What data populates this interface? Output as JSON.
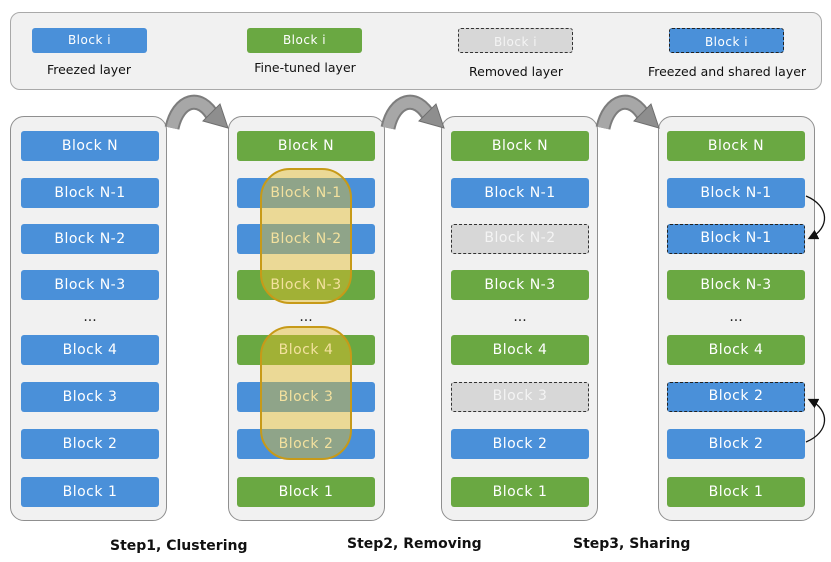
{
  "legend": {
    "frozen": {
      "block": "Block i",
      "caption": "Freezed layer"
    },
    "tuned": {
      "block": "Block i",
      "caption": "Fine-tuned layer"
    },
    "removed": {
      "block": "Block i",
      "caption": "Removed layer"
    },
    "shared": {
      "block": "Block i",
      "caption": "Freezed and shared layer"
    }
  },
  "columns": [
    {
      "blocks": [
        {
          "label": "Block N",
          "kind": "frozen"
        },
        {
          "label": "Block N-1",
          "kind": "frozen"
        },
        {
          "label": "Block N-2",
          "kind": "frozen"
        },
        {
          "label": "Block N-3",
          "kind": "frozen"
        },
        {
          "label": "Block 4",
          "kind": "frozen"
        },
        {
          "label": "Block 3",
          "kind": "frozen"
        },
        {
          "label": "Block 2",
          "kind": "frozen"
        },
        {
          "label": "Block 1",
          "kind": "frozen"
        }
      ],
      "ellipsis": "..."
    },
    {
      "blocks": [
        {
          "label": "Block N",
          "kind": "tuned"
        },
        {
          "label": "Block N-1",
          "kind": "frozen"
        },
        {
          "label": "Block N-2",
          "kind": "frozen"
        },
        {
          "label": "Block N-3",
          "kind": "tuned"
        },
        {
          "label": "Block 4",
          "kind": "tuned"
        },
        {
          "label": "Block 3",
          "kind": "frozen"
        },
        {
          "label": "Block 2",
          "kind": "frozen"
        },
        {
          "label": "Block 1",
          "kind": "tuned"
        }
      ],
      "ellipsis": "..."
    },
    {
      "blocks": [
        {
          "label": "Block N",
          "kind": "tuned"
        },
        {
          "label": "Block N-1",
          "kind": "frozen"
        },
        {
          "label": "Block N-2",
          "kind": "removed"
        },
        {
          "label": "Block N-3",
          "kind": "tuned"
        },
        {
          "label": "Block 4",
          "kind": "tuned"
        },
        {
          "label": "Block 3",
          "kind": "removed"
        },
        {
          "label": "Block 2",
          "kind": "frozen"
        },
        {
          "label": "Block 1",
          "kind": "tuned"
        }
      ],
      "ellipsis": "..."
    },
    {
      "blocks": [
        {
          "label": "Block N",
          "kind": "tuned"
        },
        {
          "label": "Block N-1",
          "kind": "frozen"
        },
        {
          "label": "Block N-1",
          "kind": "shared"
        },
        {
          "label": "Block N-3",
          "kind": "tuned"
        },
        {
          "label": "Block 4",
          "kind": "tuned"
        },
        {
          "label": "Block 2",
          "kind": "shared"
        },
        {
          "label": "Block 2",
          "kind": "frozen"
        },
        {
          "label": "Block 1",
          "kind": "tuned"
        }
      ],
      "ellipsis": "..."
    }
  ],
  "steps": {
    "step1": "Step1, Clustering",
    "step2": "Step2, Removing",
    "step3": "Step3, Sharing"
  },
  "colors": {
    "frozen": "#4a90d9",
    "tuned": "#6aa842",
    "removed": "#d7d7d7",
    "cluster": "#e4bc28",
    "arrow": "#8a8a8a"
  }
}
